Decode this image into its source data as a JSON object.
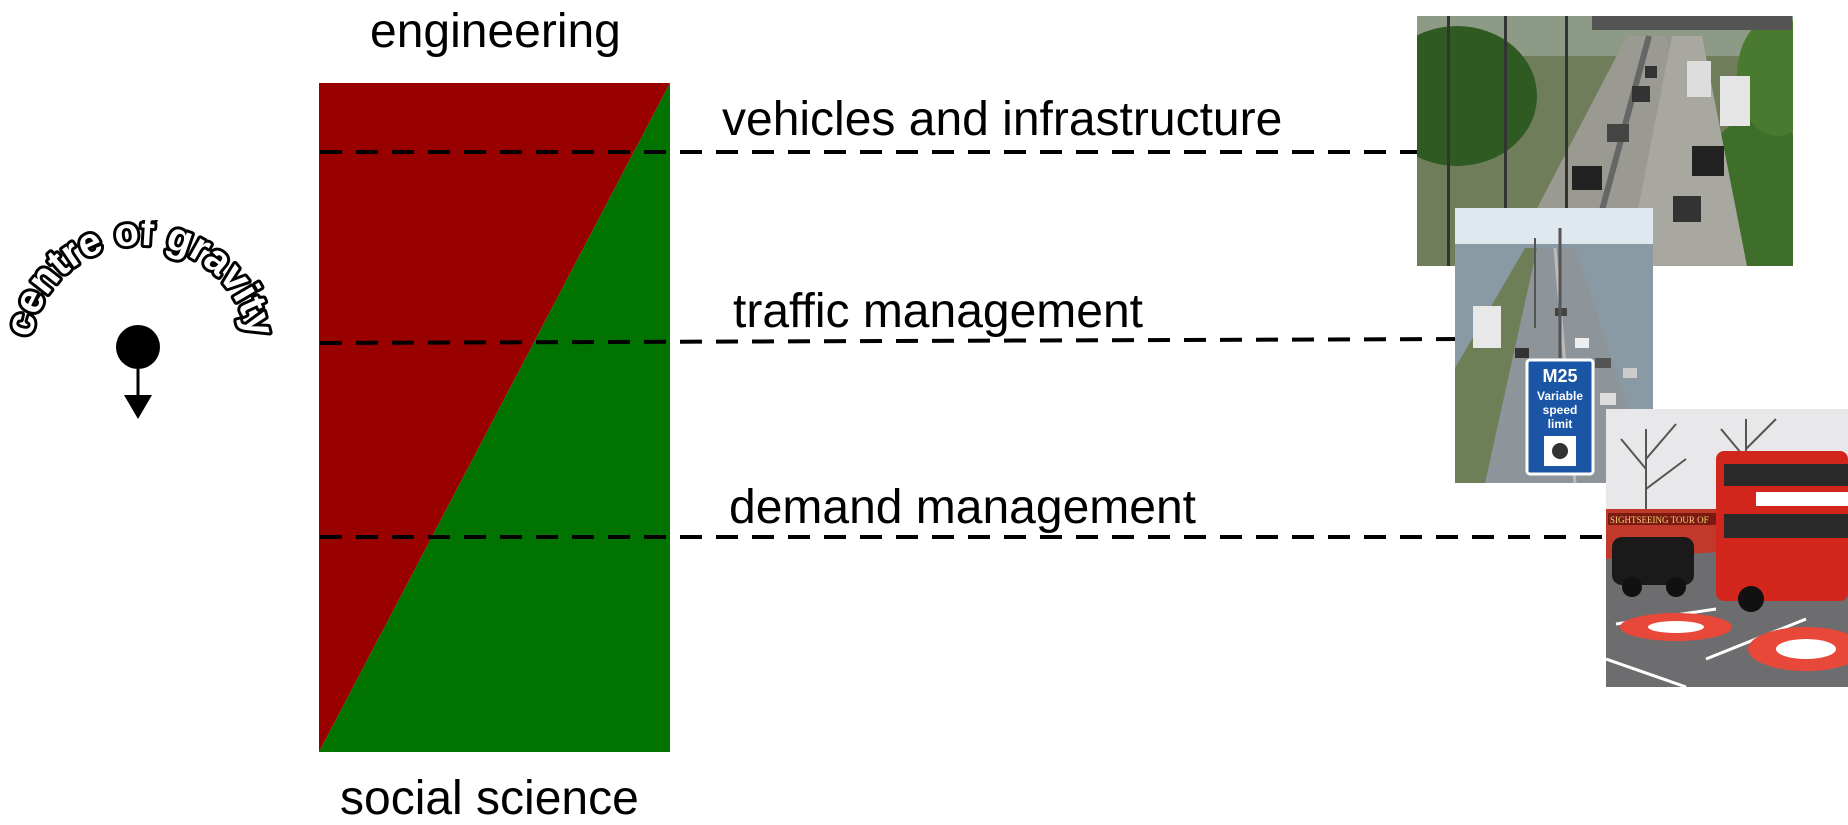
{
  "diagram": {
    "top_label": "engineering",
    "bottom_label": "social science",
    "gravity": {
      "label": "centre of gravity"
    },
    "levels": [
      {
        "label": "vehicles and infrastructure"
      },
      {
        "label": "traffic management"
      },
      {
        "label": "demand management"
      }
    ],
    "colors": {
      "engineering": "#990000",
      "social_science": "#007300",
      "dash": "#000000"
    },
    "photos": [
      {
        "name": "motorway-photo"
      },
      {
        "name": "m25-sign-photo",
        "sign_lines": [
          "M25",
          "Variable",
          "speed",
          "limit"
        ]
      },
      {
        "name": "congestion-charge-photo",
        "sign_text": "SIGHTSEEING TOUR OF"
      }
    ]
  }
}
